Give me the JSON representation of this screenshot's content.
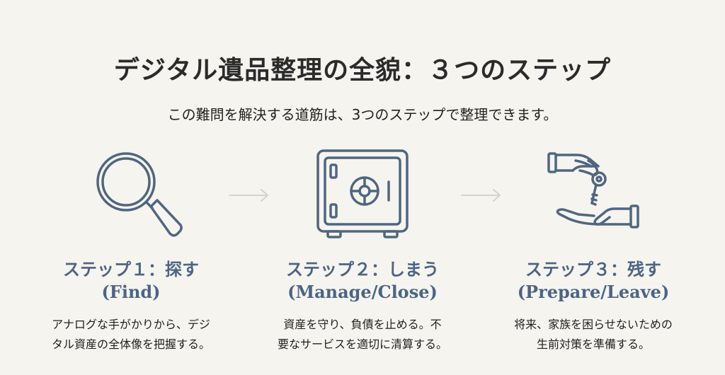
{
  "title": "デジタル遺品整理の全貌：３つのステップ",
  "subtitle": "この難問を解決する道筋は、3つのステップで整理できます。",
  "colors": {
    "accent": "#4a6585",
    "icon_stroke": "#4f6680",
    "arrow": "#d5d3ce"
  },
  "steps": [
    {
      "icon": "magnifying-glass-icon",
      "title": "ステップ１：探す",
      "subtitle": "(Find)",
      "description": "アナログな手がかりから、デジ\nタル資産の全体像を把握する。"
    },
    {
      "icon": "safe-icon",
      "title": "ステップ２：しまう",
      "subtitle": "(Manage/Close)",
      "description": "資産を守り、負債を止める。不\n要なサービスを適切に清算する。"
    },
    {
      "icon": "key-handover-icon",
      "title": "ステップ３：残す",
      "subtitle": "(Prepare/Leave)",
      "description": "将来、家族を困らせないための\n生前対策を準備する。"
    }
  ]
}
